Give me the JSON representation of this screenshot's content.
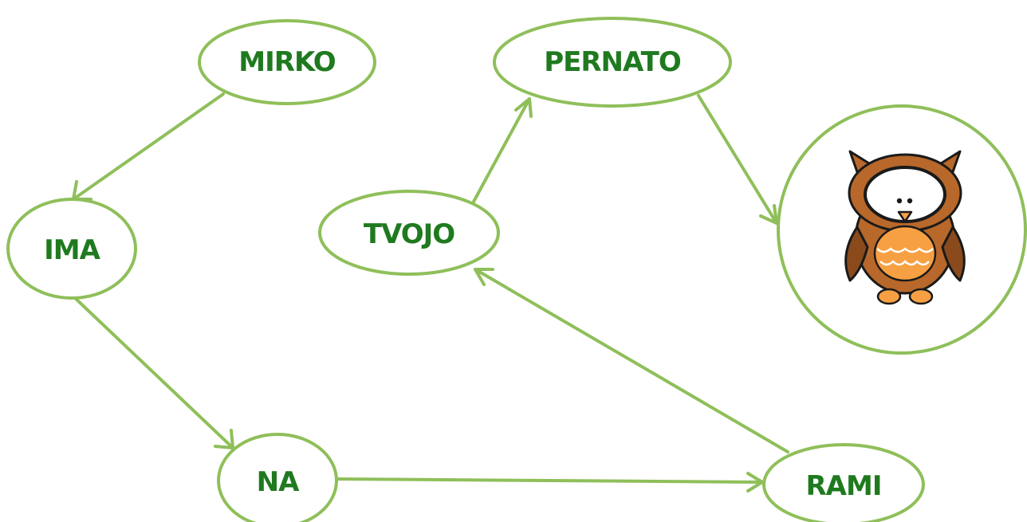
{
  "colors": {
    "stroke": "#8fbf5a",
    "label": "#1f7a1f",
    "owl_body": "#b8682a",
    "owl_light": "#f7a043",
    "owl_dark": "#7a3f15"
  },
  "nodes": {
    "mirko": "MIRKO",
    "pernato": "PERNATO",
    "ima": "IMA",
    "tvojo": "TVOJO",
    "na": "NA",
    "rami": "RAMI"
  },
  "image_node": {
    "icon": "owl-icon"
  },
  "edges": [
    {
      "from": "MIRKO",
      "to": "IMA"
    },
    {
      "from": "IMA",
      "to": "NA"
    },
    {
      "from": "NA",
      "to": "RAMI"
    },
    {
      "from": "RAMI",
      "to": "TVOJO"
    },
    {
      "from": "TVOJO",
      "to": "PERNATO"
    },
    {
      "from": "PERNATO",
      "to": "owl-icon"
    }
  ]
}
